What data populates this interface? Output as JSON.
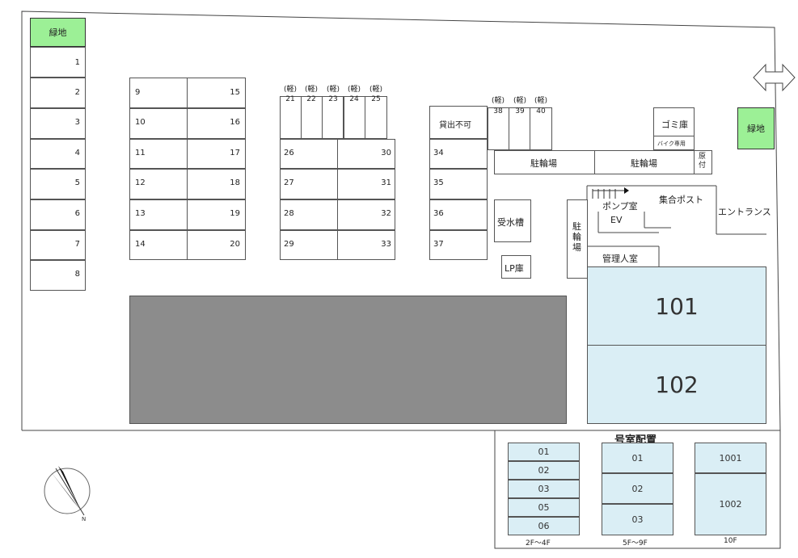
{
  "green_left": "緑地",
  "green_right": "緑地",
  "row1": [
    "1",
    "2",
    "3",
    "4",
    "5",
    "6",
    "7",
    "8"
  ],
  "row2_left": [
    "9",
    "10",
    "11",
    "12",
    "13",
    "14"
  ],
  "row2_right": [
    "15",
    "16",
    "17",
    "18",
    "19",
    "20"
  ],
  "kei_label": "(軽)",
  "row3_top": [
    "21",
    "22",
    "23",
    "24",
    "25"
  ],
  "row3_left": [
    "26",
    "27",
    "28",
    "29"
  ],
  "row3_right": [
    "30",
    "31",
    "32",
    "33"
  ],
  "row4_label": "貸出不可",
  "row4": [
    "34",
    "35",
    "36",
    "37"
  ],
  "row5_top": [
    "38",
    "39",
    "40"
  ],
  "bike1": "駐輪場",
  "bike2": "駐輪場",
  "bike_vertical": "駐輪場",
  "trash": "ゴミ庫",
  "bike_only": "バイク専用",
  "gen": "原付",
  "water_tank": "受水槽",
  "lp": "LP庫",
  "pump": "ポンプ室",
  "mail": "集合ポスト",
  "ev": "EV",
  "entrance": "エントランス",
  "manager": "管理人室",
  "room101": "101",
  "room102": "102",
  "layout_title": "号室配置",
  "col_a": [
    "01",
    "02",
    "03",
    "05",
    "06"
  ],
  "col_a_floor": "2F～4F",
  "col_b": [
    "01",
    "02",
    "03"
  ],
  "col_b_floor": "5F～9F",
  "col_c": [
    "1001",
    "1002"
  ],
  "col_c_floor": "10F"
}
